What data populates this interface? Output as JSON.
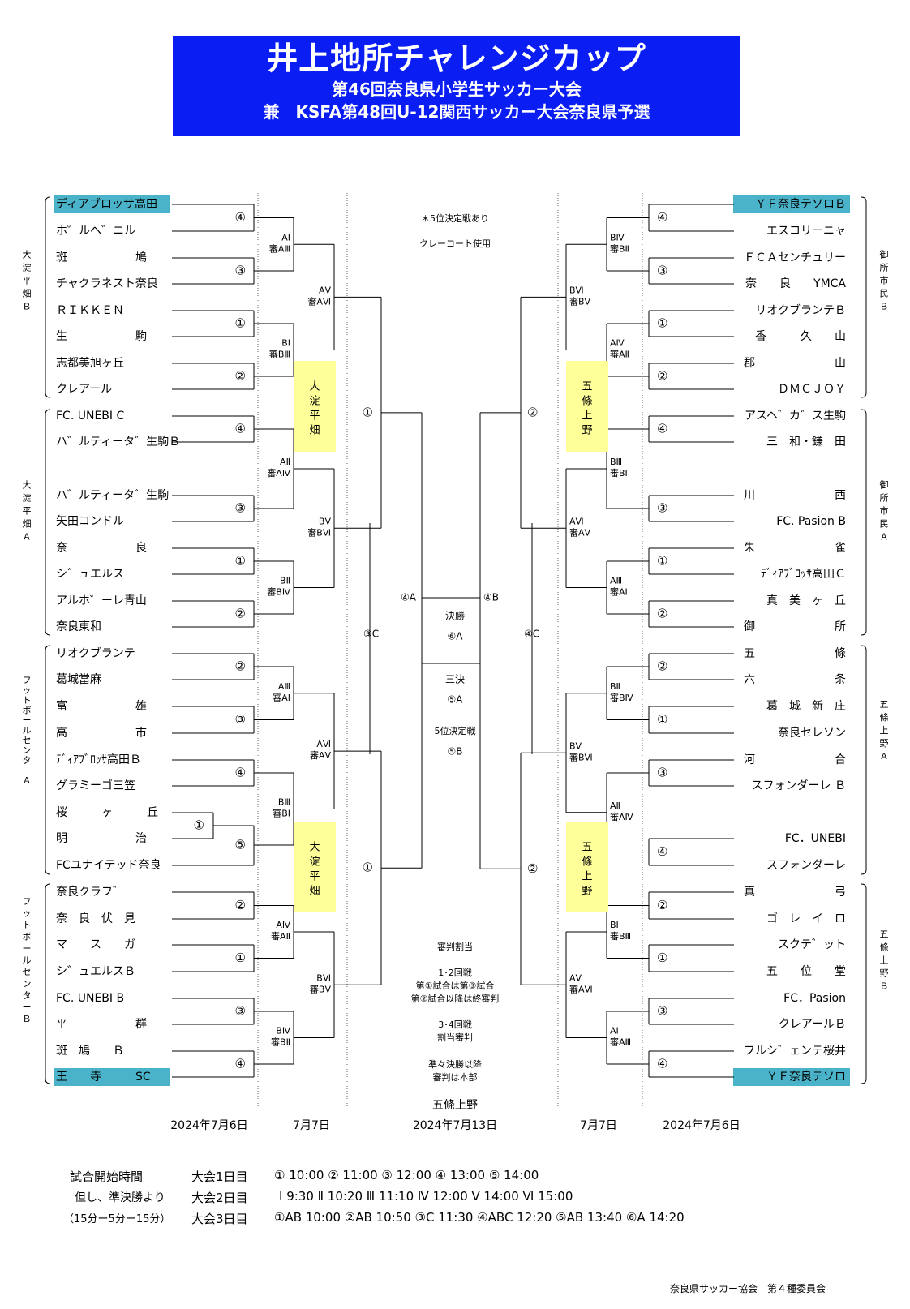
{
  "header": {
    "title": "井上地所チャレンジカップ",
    "sub1": "第46回奈良県小学生サッカー大会",
    "sub2": "兼　KSFA第48回U-12関西サッカー大会奈良県予選"
  },
  "left_teams": [
    "ディアブロッサ高田",
    "ホ゜ルヘ゛ニル",
    "斑　　　　　　鳩",
    "チャクラネスト奈良",
    "ＲＩＫＫＥＮ",
    "生　　　　　　駒",
    "志都美旭ヶ丘",
    "クレアール",
    "FC. UNEBI C",
    "ハ゛ルティータ゛生駒Ｂ",
    "ハ゛ルティータ゛生駒",
    "矢田コンドル",
    "奈　　　　　　良",
    "シ゛ュエルス",
    "アルホ゛ーレ青山",
    "奈良東和",
    "リオクブランテ",
    "葛城當麻",
    "富　　　　　　雄",
    "高　　　　　　市",
    "ﾃﾞｨｱﾌﾞﾛｯｻ高田Ｂ",
    "グラミーゴ三笠",
    "桜　　　ヶ　　　丘",
    "明　　　　　　治",
    "FCユナイテッド奈良",
    "奈良クラフ゛",
    "奈　良　伏　見",
    "マ　　ス　　ガ",
    "シ゛ュエルスＢ",
    "FC. UNEBI B",
    "平　　　　　　群",
    "斑　鳩　　Ｂ",
    "王　　寺　　　SC"
  ],
  "right_teams": [
    "ＹＦ奈良テソロＢ",
    "エスコリーニャ",
    "ＦＣＡセンチュリー",
    "奈　　良　　YMCA",
    "リオクブランテＢ",
    "香　　　久　　山",
    "郡　　　　　　　山",
    "ＤＭＣＪＯＹ",
    "アスヘ゛カ゛ス生駒",
    "三　和・鎌　田",
    "川　　　　　　　西",
    "FC. Pasion B",
    "朱　　　　　　　雀",
    "ﾃﾞｨｱﾌﾞﾛｯｻ高田Ｃ",
    "真　美　ヶ　丘",
    "御　　　　　　　所",
    "五　　　　　　　條",
    "六　　　　　　　条",
    "葛　城　新　庄",
    "奈良セレソン",
    "河　　　　　　　合",
    "スフォンダーレ Ｂ",
    "FC．UNEBI",
    "スフォンダーレ",
    "真　　　　　　　弓",
    "ゴ　レ　イ　ロ",
    "スクテ゛ット",
    "五　　位　　堂",
    "FC．Pasion",
    "クレアールＢ",
    "フルシ゛ェンテ桜井",
    "ＹＦ奈良テソロ"
  ],
  "groups_left": [
    "大淀平畑Ｂ",
    "大淀平畑Ａ",
    "フットボールセンターＡ",
    "フットボールセンターＢ"
  ],
  "groups_right": [
    "御所市民Ｂ",
    "御所市民Ａ",
    "五條上野Ａ",
    "五條上野Ｂ"
  ],
  "venues": {
    "left": "大淀平畑",
    "right": "五條上野"
  },
  "notes": {
    "fifth": "＊5位決定戦あり",
    "clay": "クレーコート使用",
    "final": "決勝",
    "final_code": "⑥A",
    "third": "三決",
    "third_code": "⑤A",
    "fifth_match": "5位決定戦",
    "fifth_code": "⑤B",
    "ref_title": "審判割当",
    "ref1": "1･2回戦",
    "ref2": "第①試合は第③試合",
    "ref3": "第②試合以降は終審判",
    "ref4": "3･4回戦",
    "ref5": "割当審判",
    "ref6": "準々決勝以降",
    "ref7": "審判は本部",
    "venue_final": "五條上野"
  },
  "dates": {
    "d1": "2024年7月6日",
    "d2": "7月7日",
    "d3": "2024年7月13日",
    "d4": "7月7日",
    "d5": "2024年7月6日"
  },
  "schedule": {
    "l1": "試合開始時間",
    "l2": "但し、準決勝より",
    "l3": "（15分ー5分ー15分）",
    "day1": "大会1日目",
    "day2": "大会2日目",
    "day3": "大会3日目",
    "t1": "①  10:00   ②  11:00   ③  12:00   ④  13:00   ⑤  14:00",
    "t2": "Ⅰ    9:30   Ⅱ  10:20   Ⅲ  11:10   Ⅳ  12:00   Ⅴ  14:00   Ⅵ  15:00",
    "t3": "①AB  10:00   ②AB  10:50   ③C  11:30   ④ABC  12:20   ⑤AB  13:40   ⑥A  14:20"
  },
  "footer": "奈良県サッカー協会　第４種委員会",
  "colors": {
    "header_bg": "#0a1df2",
    "highlight": "#4ab3c9",
    "venue_box": "#ffff99"
  }
}
